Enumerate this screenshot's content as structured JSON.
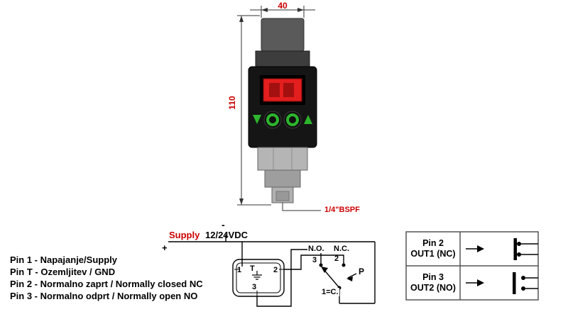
{
  "dimensions": {
    "width_label": "40",
    "height_label": "110",
    "thread_label": "1/4\"BSPF"
  },
  "pin_descriptions": [
    "Pin 1 - Napajanje/Supply",
    "Pin T - Ozemljitev / GND",
    "Pin 2 - Normalno zaprt / Normally closed NC",
    "Pin 3 - Normalno odprt / Normally open NO"
  ],
  "wiring": {
    "supply_label": "Supply",
    "voltage_label": "12/24VDC",
    "plus": "+",
    "minus": "-",
    "pin1": "1",
    "pinT": "T",
    "pin2": "2",
    "pin3": "3",
    "no_label": "N.O.",
    "nc_label": "N.C.",
    "no_pin": "3",
    "nc_pin": "2",
    "p_label": "P",
    "common_label": "1=C."
  },
  "output_table": {
    "rows": [
      {
        "pin": "Pin 2",
        "out": "OUT1 (NC)"
      },
      {
        "pin": "Pin 3",
        "out": "OUT2 (NO)"
      }
    ]
  },
  "colors": {
    "accent_red": "#cc0000",
    "display_red": "#e31e1e",
    "button_green": "#2db52d"
  }
}
